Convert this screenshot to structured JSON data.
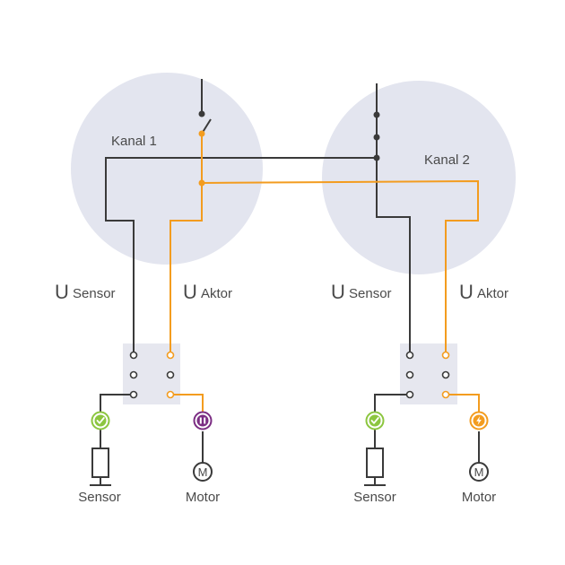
{
  "colors": {
    "zone": "#e3e5ef",
    "dark_wire": "#3a3a3a",
    "orange_wire": "#f39c1f",
    "terminal_block": "#e6e7ef",
    "status_ok": "#8cc63f",
    "status_pause": "#7b2d83",
    "status_fault": "#f39c1f"
  },
  "channels": [
    {
      "label": "Kanal 1",
      "u_sensor": {
        "symbol": "U",
        "sub": "Sensor"
      },
      "u_aktor": {
        "symbol": "U",
        "sub": "Aktor"
      },
      "sensor": {
        "label": "Sensor",
        "status_icon": "check-icon"
      },
      "motor": {
        "label": "Motor",
        "symbol": "M",
        "status_icon": "pause-icon"
      }
    },
    {
      "label": "Kanal 2",
      "u_sensor": {
        "symbol": "U",
        "sub": "Sensor"
      },
      "u_aktor": {
        "symbol": "U",
        "sub": "Aktor"
      },
      "sensor": {
        "label": "Sensor",
        "status_icon": "check-icon"
      },
      "motor": {
        "label": "Motor",
        "symbol": "M",
        "status_icon": "lightning-icon"
      }
    }
  ]
}
